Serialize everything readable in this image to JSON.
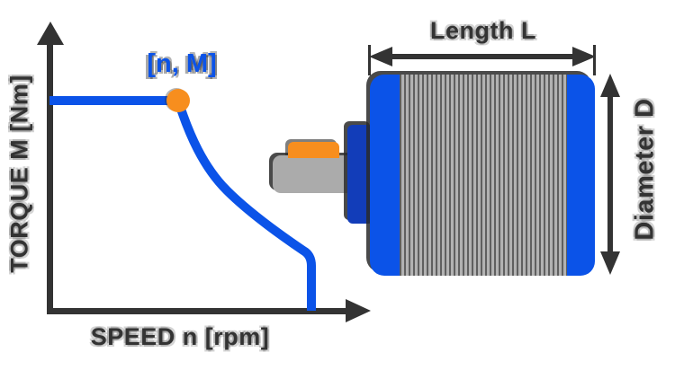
{
  "diagram": {
    "chart": {
      "y_axis_label": "TORQUE M [Nm]",
      "x_axis_label": "SPEED n [rpm]",
      "operating_point_label": "[n, M]"
    },
    "motor": {
      "length_label": "Length L",
      "diameter_label": "Diameter D"
    }
  },
  "colors": {
    "accent_blue": "#0b53e8",
    "dark_blue": "#123db9",
    "orange": "#f78e1e",
    "dark_gray": "#333333",
    "shaft_gray": "#ababab",
    "stripe_light": "#b2b2b2",
    "stripe_dark": "#5f5f5f"
  },
  "chart_data": {
    "type": "line",
    "title": "",
    "xlabel": "SPEED n [rpm]",
    "ylabel": "TORQUE M [Nm]",
    "axes_numeric": false,
    "grid": false,
    "series": [
      {
        "name": "torque-speed-curve",
        "description": "Constant torque from zero speed to rated operating point [n, M], then torque falls along a constant-power curve, ending in a vertical drop to zero at maximum speed",
        "x_normalized": [
          0.0,
          0.41,
          0.52,
          0.62,
          0.72,
          0.8,
          0.82,
          0.82
        ],
        "y_normalized": [
          1.0,
          1.0,
          0.82,
          0.58,
          0.4,
          0.29,
          0.22,
          0.0
        ]
      }
    ],
    "annotations": [
      {
        "label": "[n, M]",
        "x_normalized": 0.41,
        "y_normalized": 1.0,
        "marker": "orange-dot"
      }
    ]
  }
}
